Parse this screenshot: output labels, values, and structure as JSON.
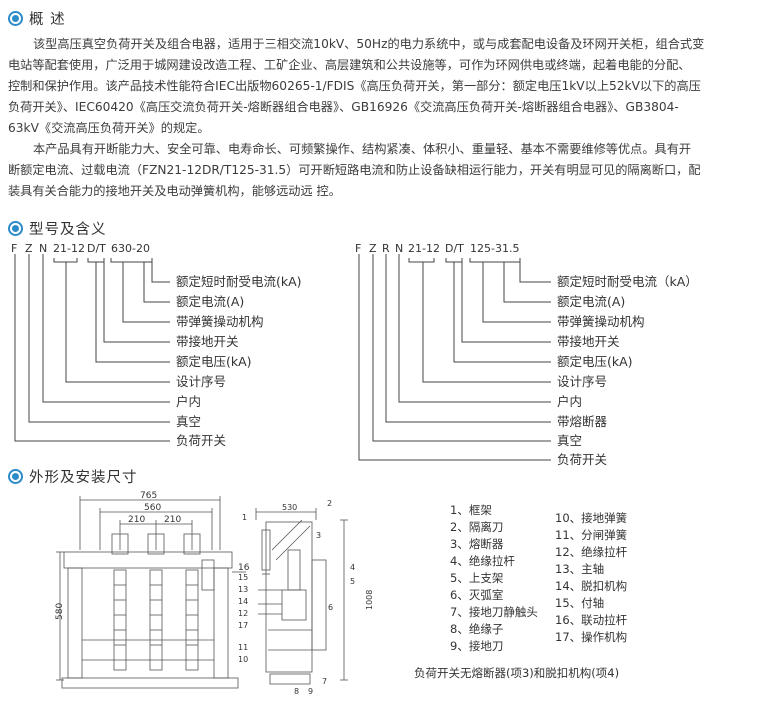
{
  "overview": {
    "title": "概 述",
    "p1": [
      "该型高压真空负荷开关及组合电器，适用于三相交流10kV、50Hz的电力系统中，或与成套配电设备及环网开关柜，组合式变",
      "电站等配套使用，广泛用于城网建设改造工程、工矿企业、高层建筑和公共设施等，可作为环网供电或终端，起着电能的分配、",
      "控制和保护作用。该产品技术性能符合IEC出版物60265-1/FDIS《高压负荷开关，第一部分：额定电压1kV以上52kV以下的高压",
      "负荷开关》、IEC60420《高压交流负荷开关-熔断器组合电器》、GB16926《交流高压负荷开关-熔断器组合电器》、GB3804-",
      "63kV《交流高压负荷开关》的规定。"
    ],
    "p2": [
      "本产品具有开断能力大、安全可靠、电寿命长、可频繁操作、结构紧凑、体积小、重量轻、基本不需要维修等优点。具有开",
      "断额定电流、过载电流（FZN21-12DR/T125-31.5）可开断短路电流和防止设备缺相运行能力，开关有明显可见的隔离断口，配",
      "装具有关合能力的接地开关及电动弹簧机构，能够远动远 控。"
    ]
  },
  "model": {
    "title": "型号及含义",
    "left": {
      "codes": [
        "F",
        "Z",
        "N",
        "21-12",
        "D/T",
        "630-20"
      ],
      "meanings": [
        "额定短时耐受电流(kA)",
        "额定电流(A)",
        "带弹簧操动机构",
        "带接地开关",
        "额定电压(kA)",
        "设计序号",
        "户内",
        "真空",
        "负荷开关"
      ]
    },
    "right": {
      "codes": [
        "F",
        "Z",
        "R",
        "N",
        "21-12",
        "D/T",
        "125-31.5"
      ],
      "meanings": [
        "额定短时耐受电流（kA）",
        "额定电流(A)",
        "带弹簧操动机构",
        "带接地开关",
        "额定电压(kA)",
        "设计序号",
        "户内",
        "带熔断器",
        "真空",
        "负荷开关"
      ]
    }
  },
  "dims": {
    "title": "外形及安装尺寸",
    "front": {
      "w765": "765",
      "w560": "560",
      "w210a": "210",
      "w210b": "210",
      "h580": "580"
    },
    "side": {
      "w530": "530",
      "h1008": "1008"
    },
    "callouts": [
      "1",
      "2",
      "3",
      "4",
      "5",
      "6",
      "7",
      "8",
      "9",
      "10",
      "11",
      "12",
      "13",
      "14",
      "15",
      "16",
      "17"
    ],
    "legend_left": [
      "1、框架",
      "2、隔离刀",
      "3、熔断器",
      "4、绝缘拉杆",
      "5、上支架",
      "6、灭弧室",
      "7、接地刀静触头",
      "8、绝缘子",
      "9、接地刀"
    ],
    "legend_right": [
      "10、接地弹簧",
      "11、分闸弹簧",
      "12、绝缘拉杆",
      "13、主轴",
      "14、脱扣机构",
      "15、付轴",
      "16、联动拉杆",
      "17、操作机构"
    ],
    "caption": "负荷开关无熔断器(项3)和脱扣机构(项4)"
  },
  "colors": {
    "accent": "#2c8bc9",
    "text": "#3a3a3a"
  }
}
